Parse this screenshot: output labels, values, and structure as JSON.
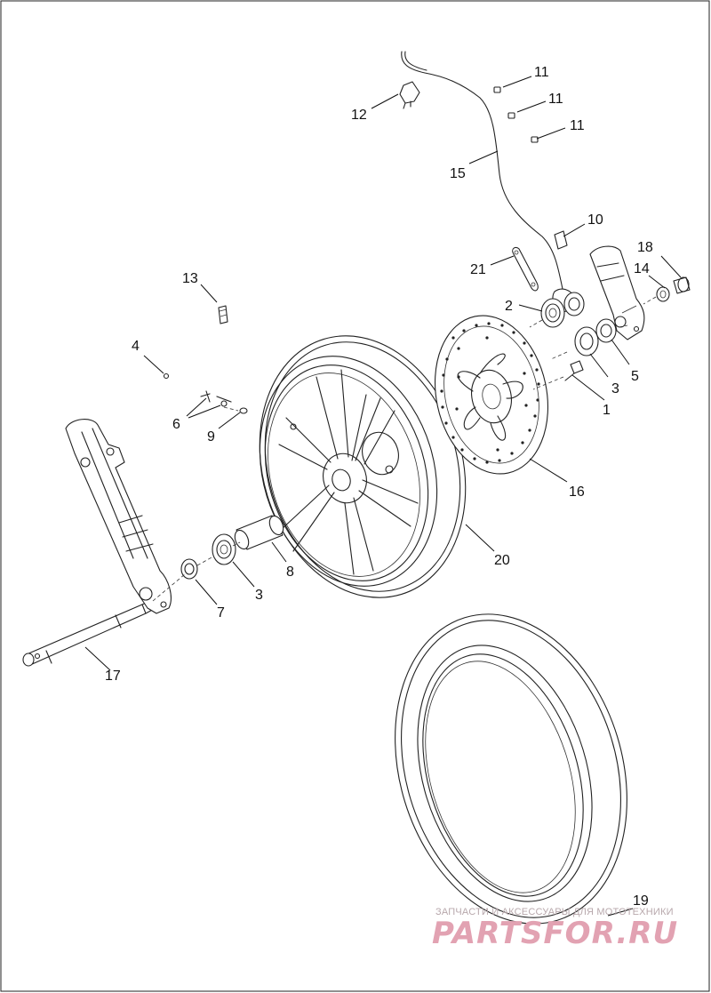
{
  "diagram": {
    "callouts": [
      "11",
      "11",
      "11",
      "12",
      "15",
      "10",
      "21",
      "18",
      "14",
      "13",
      "2",
      "3",
      "5",
      "1",
      "4",
      "6",
      "9",
      "16",
      "20",
      "8",
      "3",
      "7",
      "17",
      "19"
    ]
  },
  "watermark": {
    "tagline": "ЗАПЧАСТИ И АКСЕССУАРЫ ДЛЯ МОТОТЕХНИКИ",
    "logo": "PARTSFOR.RU"
  }
}
